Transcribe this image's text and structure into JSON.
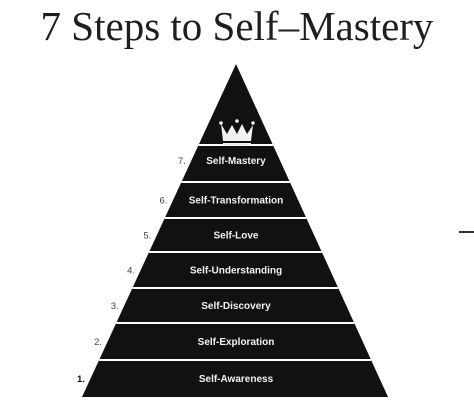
{
  "title": "7 Steps to Self–Mastery",
  "pyramid": {
    "icon": "crown-icon",
    "fill_color": "#111111",
    "separator_color": "#ffffff",
    "steps": [
      {
        "number": "1.",
        "label": "Self-Awareness"
      },
      {
        "number": "2.",
        "label": "Self-Exploration"
      },
      {
        "number": "3.",
        "label": "Self-Discovery"
      },
      {
        "number": "4.",
        "label": "Self-Understanding"
      },
      {
        "number": "5.",
        "label": "Self-Love"
      },
      {
        "number": "6.",
        "label": "Self-Transformation"
      },
      {
        "number": "7.",
        "label": "Self-Mastery"
      }
    ]
  }
}
